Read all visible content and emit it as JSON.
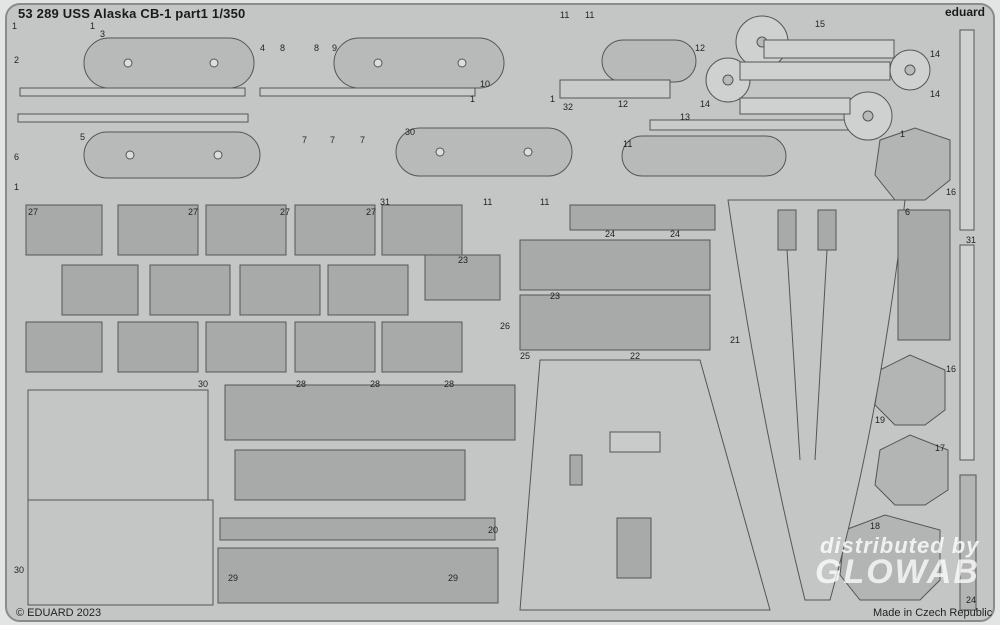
{
  "header": {
    "title": "53 289  USS Alaska CB-1 part1  1/350",
    "brand": "eduard"
  },
  "footer": {
    "copyright": "© EDUARD 2023",
    "made_in": "Made in Czech Republic"
  },
  "watermark": {
    "line1": "distributed by",
    "line2": "GLOWAB"
  },
  "part_labels": [
    "1",
    "1",
    "2",
    "3",
    "4",
    "8",
    "8",
    "9",
    "11",
    "11",
    "12",
    "14",
    "15",
    "14",
    "14",
    "1",
    "10",
    "1",
    "32",
    "12",
    "5",
    "6",
    "1",
    "7",
    "7",
    "7",
    "30",
    "13",
    "11",
    "11",
    "1",
    "16",
    "27",
    "27",
    "27",
    "27",
    "31",
    "11",
    "24",
    "24",
    "21",
    "23",
    "23",
    "26",
    "25",
    "22",
    "28",
    "28",
    "28",
    "30",
    "19",
    "17",
    "18",
    "20",
    "29",
    "29",
    "30",
    "31",
    "24",
    "6",
    "16"
  ],
  "colors": {
    "fret": "#c4c6c6",
    "part": "#b3b5b5",
    "outline": "#555555",
    "frame": "#d9dada"
  }
}
